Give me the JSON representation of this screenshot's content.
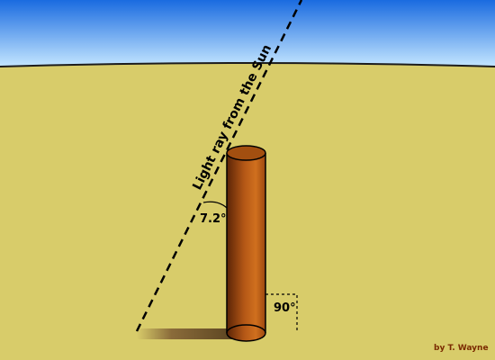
{
  "diagram": {
    "ray_label": "Light ray from the Sun",
    "angle_label": "7.2°",
    "right_angle_label": "90°",
    "credit": "by T. Wayne"
  },
  "colors": {
    "sky_top": "#1a6be0",
    "sky_bottom": "#bfe3ff",
    "ground": "#d8cc6a",
    "pole_dark": "#6b2c08",
    "pole_mid": "#c8641a",
    "credit": "#7a2a00"
  }
}
